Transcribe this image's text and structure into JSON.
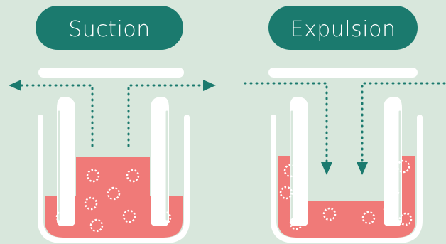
{
  "colors": {
    "background": "#d8e7dc",
    "pill": "#1b7a6e",
    "liquid": "#f07a78",
    "tube": "#ffffff",
    "arrow": "#1b7a6e",
    "bubble": "#ffffff"
  },
  "panels": [
    {
      "label": "Suction",
      "flow": "outward",
      "liquid_level": "raised inside inner tube"
    },
    {
      "label": "Expulsion",
      "flow": "inward",
      "liquid_level": "pushed down inside inner tube"
    }
  ],
  "icons": {
    "arrow_head": "arrow-head-icon",
    "bubble": "bubble-icon"
  }
}
